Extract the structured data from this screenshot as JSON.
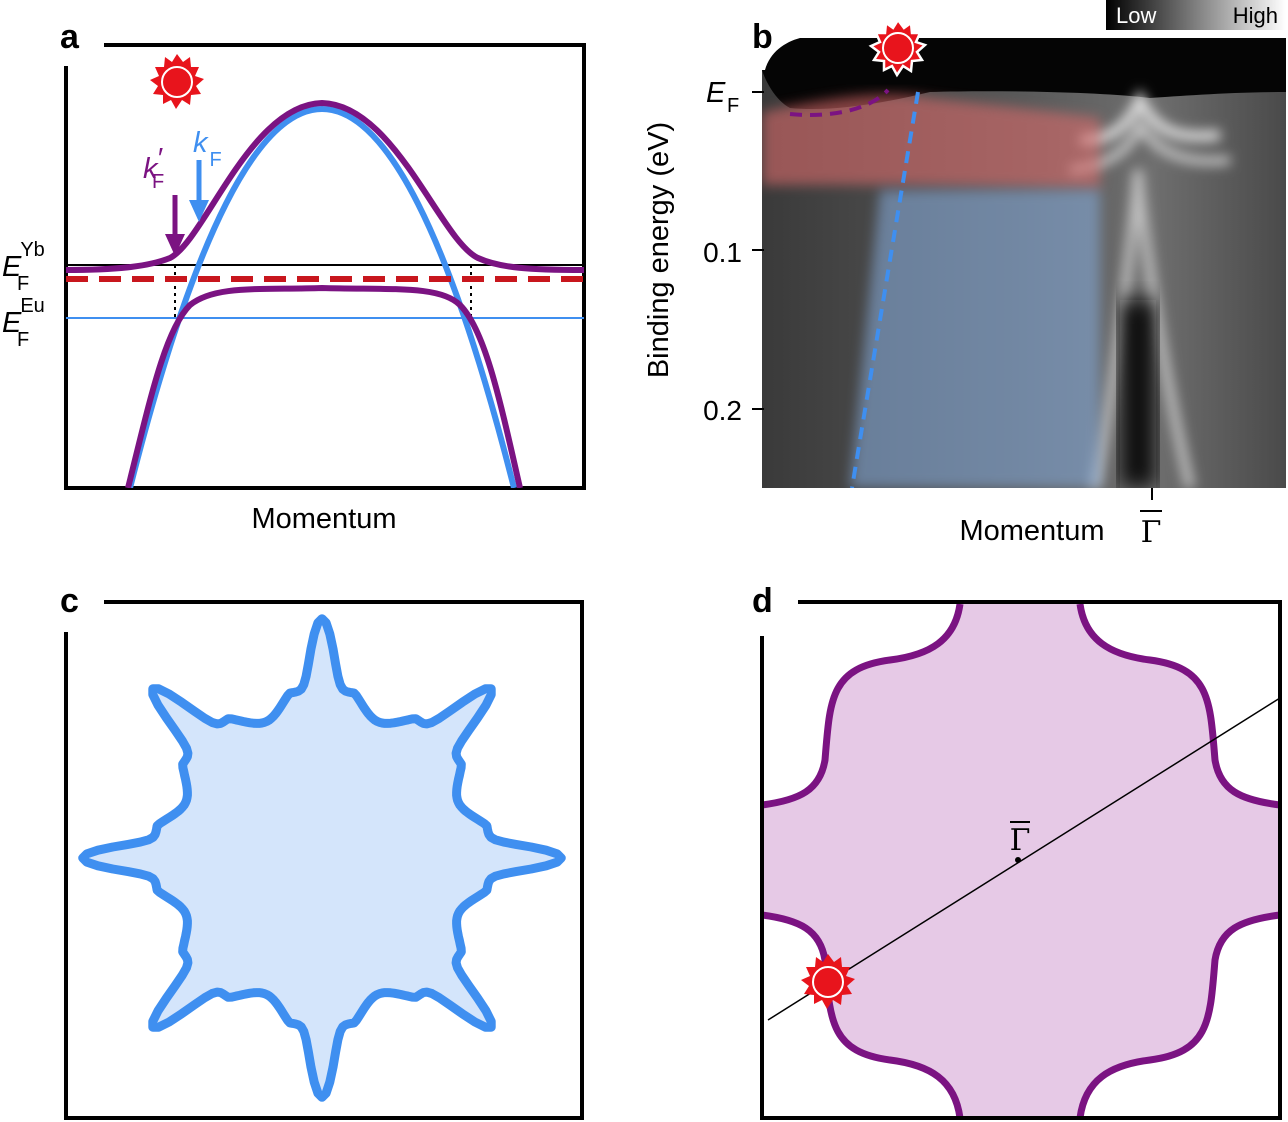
{
  "panels": {
    "a": {
      "label": "a",
      "xlabel": "Momentum",
      "ef_yb": {
        "main": "E",
        "sub": "F",
        "sup": "Yb"
      },
      "ef_eu": {
        "main": "E",
        "sub": "F",
        "sup": "Eu"
      },
      "kf_prime": {
        "main": "k",
        "prime": "′",
        "sub": "F"
      },
      "kf": {
        "main": "k",
        "sub": "F"
      },
      "colors": {
        "purple": "#7b1382",
        "blue": "#3f8ff0",
        "red_dashed": "#c8161d",
        "black": "#000000"
      }
    },
    "b": {
      "label": "b",
      "ylabel": "Binding energy (eV)",
      "xlabel": "Momentum",
      "ef_label": {
        "main": "E",
        "sub": "F"
      },
      "y_ticks": [
        "0.1",
        "0.2"
      ],
      "gamma_label": "Γ",
      "colorbar": {
        "low": "Low",
        "high": "High"
      },
      "colors": {
        "red_shade": "#d86b6b",
        "blue_shade": "#87aee0",
        "blue_line": "#3f8ff0",
        "purple_line": "#7b1382"
      }
    },
    "c": {
      "label": "c",
      "colors": {
        "outline": "#3f8ff0",
        "fill": "#d4e5fb"
      }
    },
    "d": {
      "label": "d",
      "gamma_label": "Γ",
      "colors": {
        "outline": "#7b1382",
        "fill": "#e6c9e6"
      }
    }
  },
  "sun_icon": {
    "color": "#e8141c"
  }
}
